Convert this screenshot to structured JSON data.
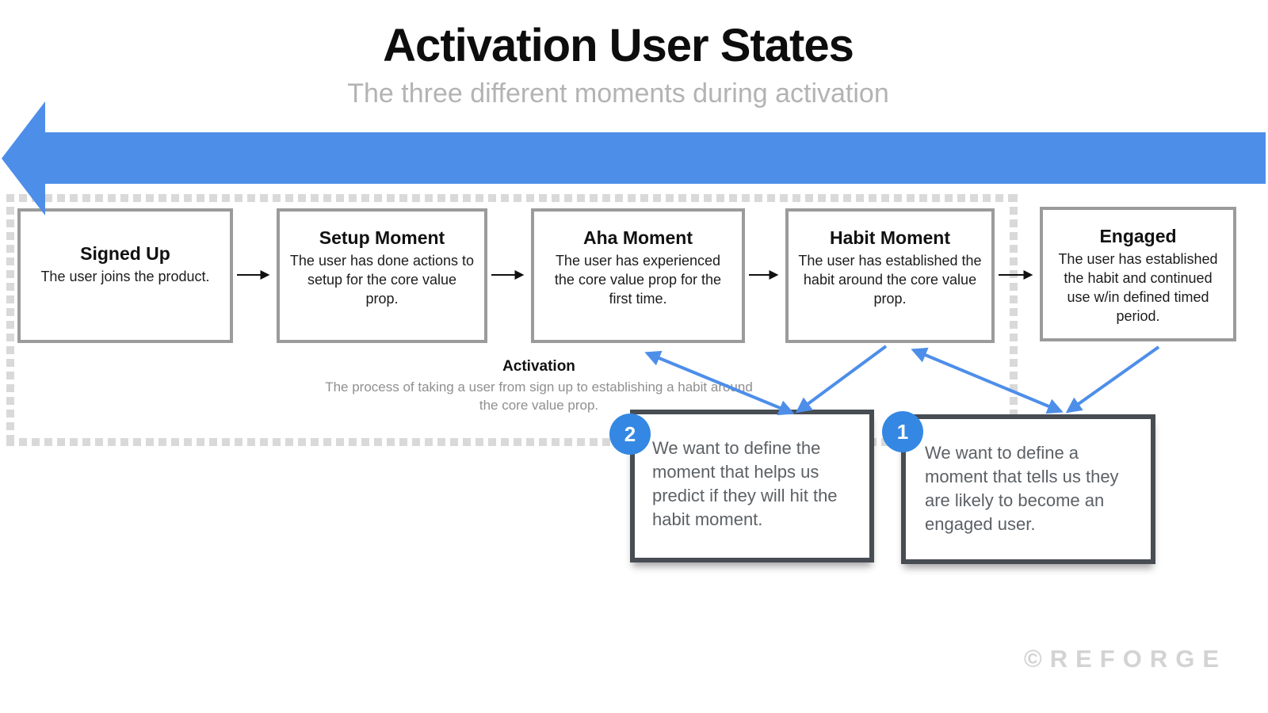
{
  "title": "Activation User States",
  "subtitle": "The three different moments during activation",
  "states": [
    {
      "title": "Signed Up",
      "description": "The user joins the product."
    },
    {
      "title": "Setup Moment",
      "description": "The user has done actions to setup for the core value prop."
    },
    {
      "title": "Aha Moment",
      "description": "The user has experienced the core value prop for the first time."
    },
    {
      "title": "Habit Moment",
      "description": "The user has established the habit around the core value prop."
    },
    {
      "title": "Engaged",
      "description": "The user has established the habit and continued use w/in defined timed period."
    }
  ],
  "activation_note": {
    "title": "Activation",
    "description": "The process of taking a user from sign up to establishing a habit around the core value prop."
  },
  "callouts": [
    {
      "number": "2",
      "text": "We want to define the moment that helps us predict if they will hit the habit moment."
    },
    {
      "number": "1",
      "text": "We want to define a moment that tells us they are likely to become an engaged user."
    }
  ],
  "watermark": "©REFORGE",
  "colors": {
    "arrow_blue": "#4d8ee9",
    "badge_blue": "#3488e3",
    "box_border_gray": "#9b9b9b",
    "callout_border": "#474d52",
    "callout_text": "#5c6165",
    "subtitle_gray": "#b3b3b3",
    "note_gray": "#8f8f8f",
    "dash_gray": "#d9d9d9",
    "watermark_gray": "#d3d3d3"
  }
}
